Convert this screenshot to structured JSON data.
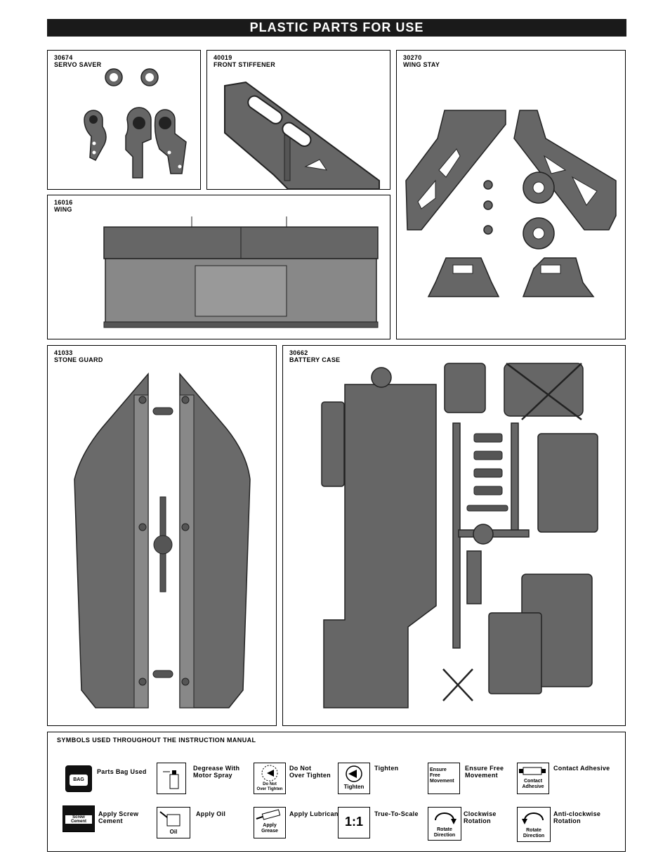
{
  "page_title": "PLASTIC PARTS FOR USE",
  "parts": {
    "servo_saver": {
      "number": "30674",
      "name": "SERVO SAVER"
    },
    "front_stiffener": {
      "number": "40019",
      "name": "FRONT STIFFENER"
    },
    "wing_stay": {
      "number": "30270",
      "name": "WING STAY"
    },
    "wing": {
      "number": "16016",
      "name": "WING"
    },
    "stone_guard": {
      "number": "41033",
      "name": "STONE GUARD"
    },
    "battery_case": {
      "number": "30662",
      "name": "BATTERY CASE"
    }
  },
  "symbols": {
    "heading": "SYMBOLS USED THROUGHOUT THE INSTRUCTION MANUAL",
    "parts_bag": {
      "label": "Parts Bag Used",
      "icon": "bag-icon",
      "icon_text": "BAG"
    },
    "degrease": {
      "label_1": "Degrease With",
      "label_2": "Motor Spray",
      "icon": "spray-can-icon"
    },
    "do_not_tighten": {
      "label_1": "Do Not",
      "label_2": "Over Tighten",
      "icon": "do-not-tighten-icon",
      "icon_text_1": "Do Not",
      "icon_text_2": "Over Tighten"
    },
    "tighten": {
      "label": "Tighten",
      "icon": "tighten-icon",
      "icon_text": "Tighten"
    },
    "ensure_free": {
      "label_1": "Ensure Free",
      "label_2": "Movement",
      "icon": "free-movement-icon",
      "icon_text_1": "Ensure",
      "icon_text_2": "Free",
      "icon_text_3": "Movement"
    },
    "contact_adhesive": {
      "label": "Contact  Adhesive",
      "icon": "adhesive-tube-icon",
      "icon_text_1": "Contact",
      "icon_text_2": "Adhesive"
    },
    "screw_cement": {
      "label_1": "Apply Screw",
      "label_2": "Cement",
      "icon": "screw-cement-icon",
      "icon_text_1": "Screw",
      "icon_text_2": "Cement"
    },
    "apply_oil": {
      "label": "Apply Oil",
      "icon": "oil-can-icon",
      "icon_text": "Oil"
    },
    "apply_lubricant": {
      "label": "Apply Lubricant",
      "icon": "grease-syringe-icon",
      "icon_text_1": "Apply",
      "icon_text_2": "Grease"
    },
    "true_to_scale": {
      "label": "True-To-Scale",
      "icon_text": "1:1"
    },
    "clockwise": {
      "label_1": "Clockwise",
      "label_2": "Rotation",
      "icon": "rotate-clockwise-icon",
      "icon_text_1": "Rotate",
      "icon_text_2": "Direction"
    },
    "anticlockwise": {
      "label_1": "Anti-clockwise",
      "label_2": "Rotation",
      "icon": "rotate-anticlockwise-icon",
      "icon_text_1": "Rotate",
      "icon_text_2": "Direction"
    }
  }
}
